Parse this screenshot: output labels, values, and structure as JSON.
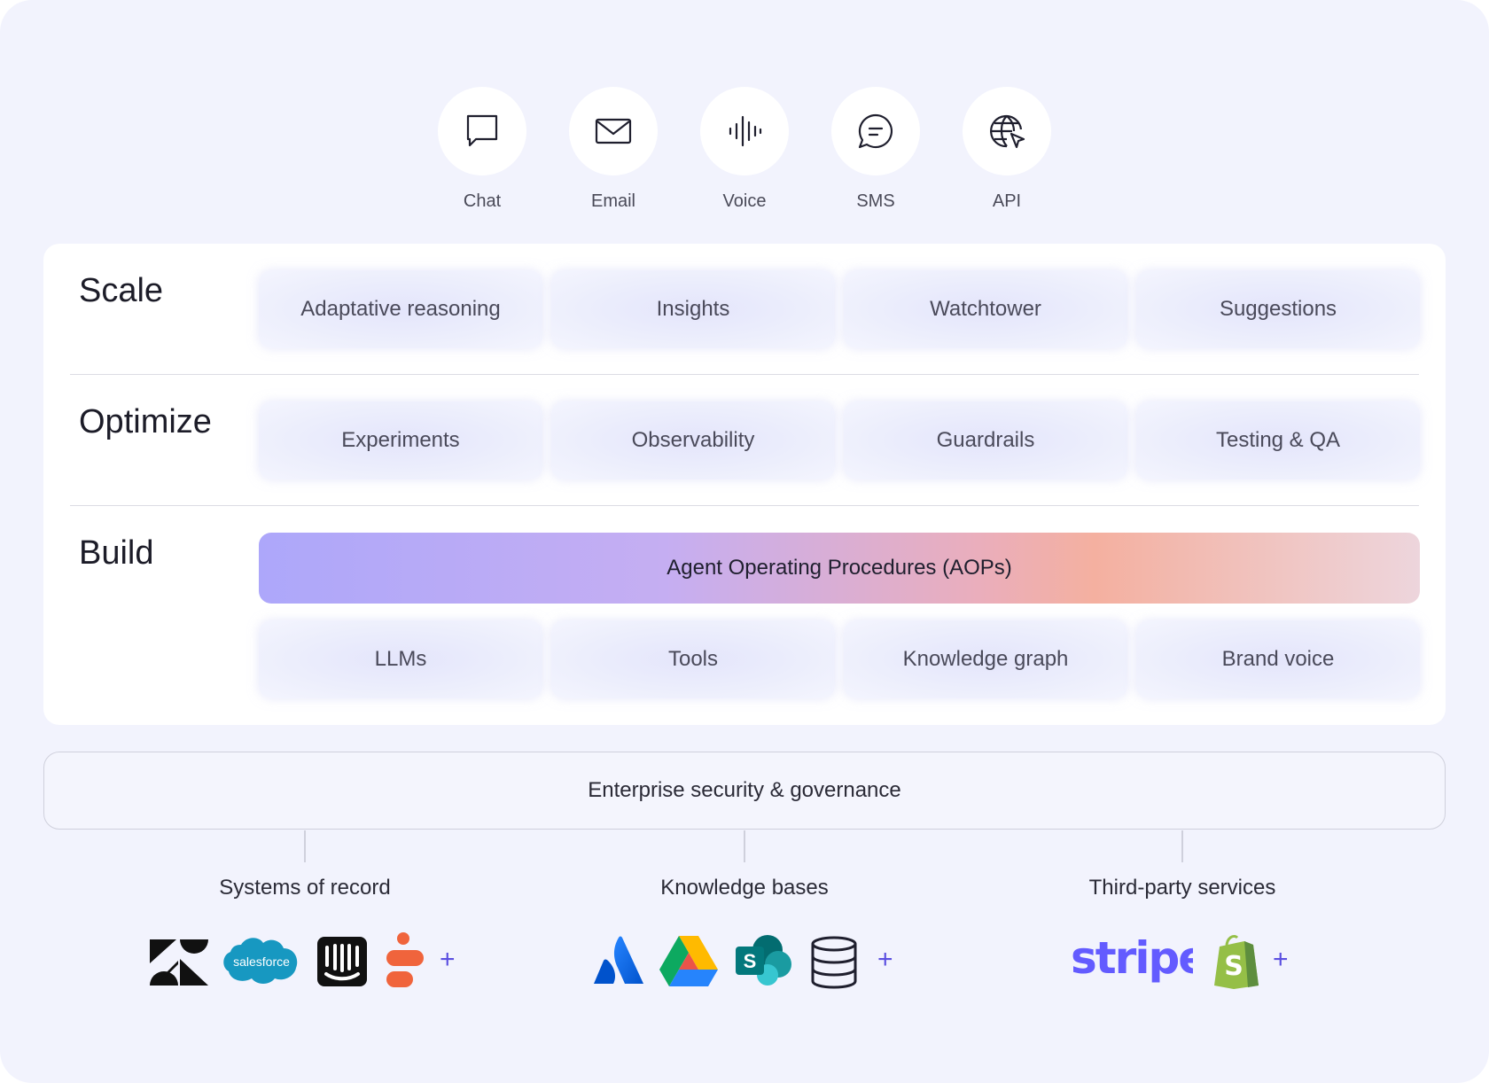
{
  "channels": [
    {
      "label": "Chat",
      "icon": "chat-bubble-icon"
    },
    {
      "label": "Email",
      "icon": "envelope-icon"
    },
    {
      "label": "Voice",
      "icon": "sound-wave-icon"
    },
    {
      "label": "SMS",
      "icon": "message-circle-icon"
    },
    {
      "label": "API",
      "icon": "globe-cursor-icon"
    }
  ],
  "layers": {
    "scale": {
      "label": "Scale",
      "items": [
        "Adaptative reasoning",
        "Insights",
        "Watchtower",
        "Suggestions"
      ]
    },
    "optimize": {
      "label": "Optimize",
      "items": [
        "Experiments",
        "Observability",
        "Guardrails",
        "Testing & QA"
      ]
    },
    "build": {
      "label": "Build",
      "highlight": "Agent Operating Procedures (AOPs)",
      "items": [
        "LLMs",
        "Tools",
        "Knowledge graph",
        "Brand voice"
      ]
    }
  },
  "security": {
    "label": "Enterprise security & governance"
  },
  "integrations": [
    {
      "label": "Systems of record",
      "logos": [
        "zendesk-logo",
        "salesforce-logo",
        "intercom-logo",
        "gladly-logo"
      ],
      "salesforce_text": "salesforce",
      "more": "+"
    },
    {
      "label": "Knowledge bases",
      "logos": [
        "atlassian-logo",
        "google-drive-logo",
        "sharepoint-logo",
        "database-icon"
      ],
      "more": "+"
    },
    {
      "label": "Third-party services",
      "logos": [
        "stripe-logo",
        "shopify-logo"
      ],
      "stripe_text": "stripe",
      "more": "+"
    }
  ],
  "colors": {
    "background": "#f2f3fd",
    "panel": "#ffffff",
    "accent_plus": "#5b4fe0",
    "stripe": "#635bff",
    "shopify": "#95bf47"
  }
}
